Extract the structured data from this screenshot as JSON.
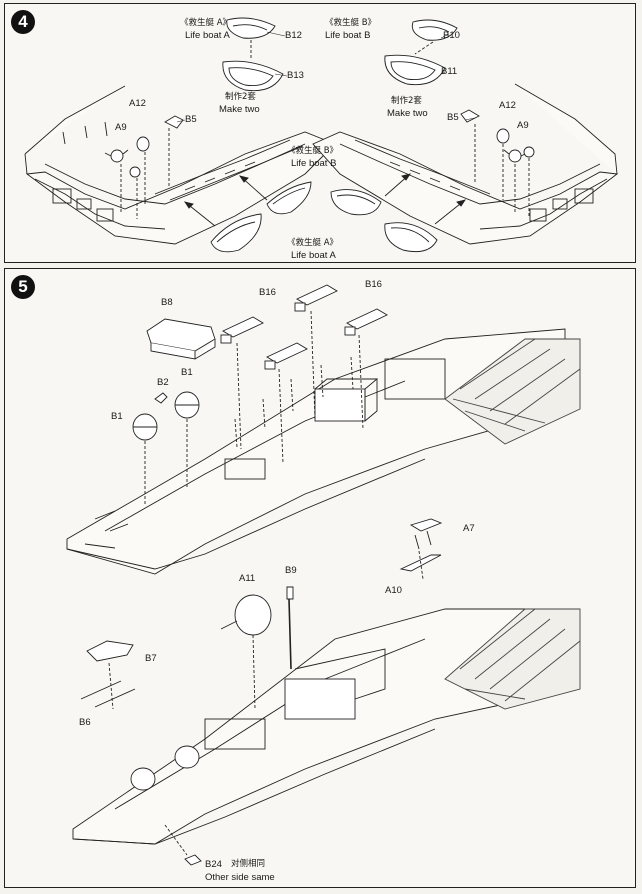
{
  "step4": {
    "number": "4",
    "lifeboat_a_cn": "《救生艇 A》",
    "lifeboat_a": "Life boat A",
    "lifeboat_b_cn": "《救生艇 B》",
    "lifeboat_b": "Life boat B",
    "make_two_cn": "制作2套",
    "make_two": "Make two",
    "parts": {
      "b12": "B12",
      "b13": "B13",
      "b10": "B10",
      "b11": "B11",
      "a12": "A12",
      "a9": "A9",
      "b5": "B5"
    }
  },
  "step5": {
    "number": "5",
    "parts": {
      "b8": "B8",
      "b16": "B16",
      "b2": "B2",
      "b1": "B1",
      "a7": "A7",
      "a10": "A10",
      "a11": "A11",
      "b9": "B9",
      "b7": "B7",
      "b6": "B6",
      "b24": "B24"
    },
    "other_side_cn": "对侧相同",
    "other_side": "Other side same"
  }
}
